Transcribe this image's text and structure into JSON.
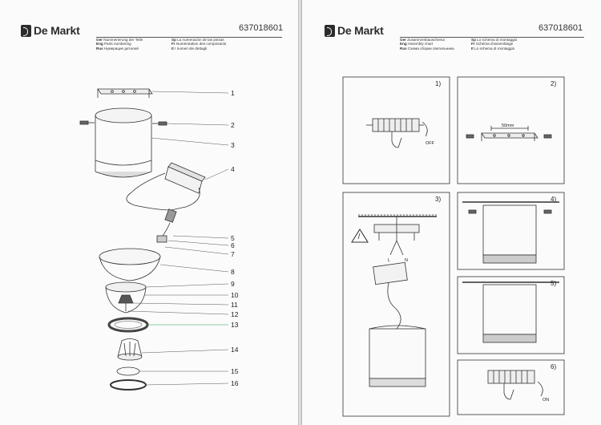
{
  "brand": "De Markt",
  "article_number": "637018601",
  "left_page": {
    "legend": [
      {
        "lang": "Ger",
        "text": "Nummerierung der Teile"
      },
      {
        "lang": "Eng",
        "text": "Parts numbering"
      },
      {
        "lang": "Rus",
        "text": "Нумерация деталей"
      },
      {
        "lang": "Sp",
        "text": "La numeración de las piezas"
      },
      {
        "lang": "Fr",
        "text": "Numérotation des composants"
      },
      {
        "lang": "It",
        "text": "I numeri dei dettagli"
      }
    ],
    "part_numbers": [
      "1",
      "2",
      "3",
      "4",
      "5",
      "6",
      "7",
      "8",
      "9",
      "10",
      "11",
      "12",
      "13",
      "14",
      "15",
      "16"
    ]
  },
  "right_page": {
    "legend": [
      {
        "lang": "Ger",
        "text": "Zusammenbauschema"
      },
      {
        "lang": "Eng",
        "text": "Assembly chart"
      },
      {
        "lang": "Rus",
        "text": "Схема сборки светильника"
      },
      {
        "lang": "Sp",
        "text": "Lo schema di montaggio"
      },
      {
        "lang": "Fr",
        "text": "Schéma d'assemblage"
      },
      {
        "lang": "It",
        "text": "Lo schema di montaggio"
      }
    ],
    "steps": [
      {
        "number": "1)",
        "switch_label": "OFF"
      },
      {
        "number": "2)",
        "dimension": "50mm"
      },
      {
        "number": "3)",
        "wire_l": "L",
        "wire_n": "N"
      },
      {
        "number": "4)"
      },
      {
        "number": "5)"
      },
      {
        "number": "6)",
        "switch_label": "ON"
      }
    ]
  }
}
